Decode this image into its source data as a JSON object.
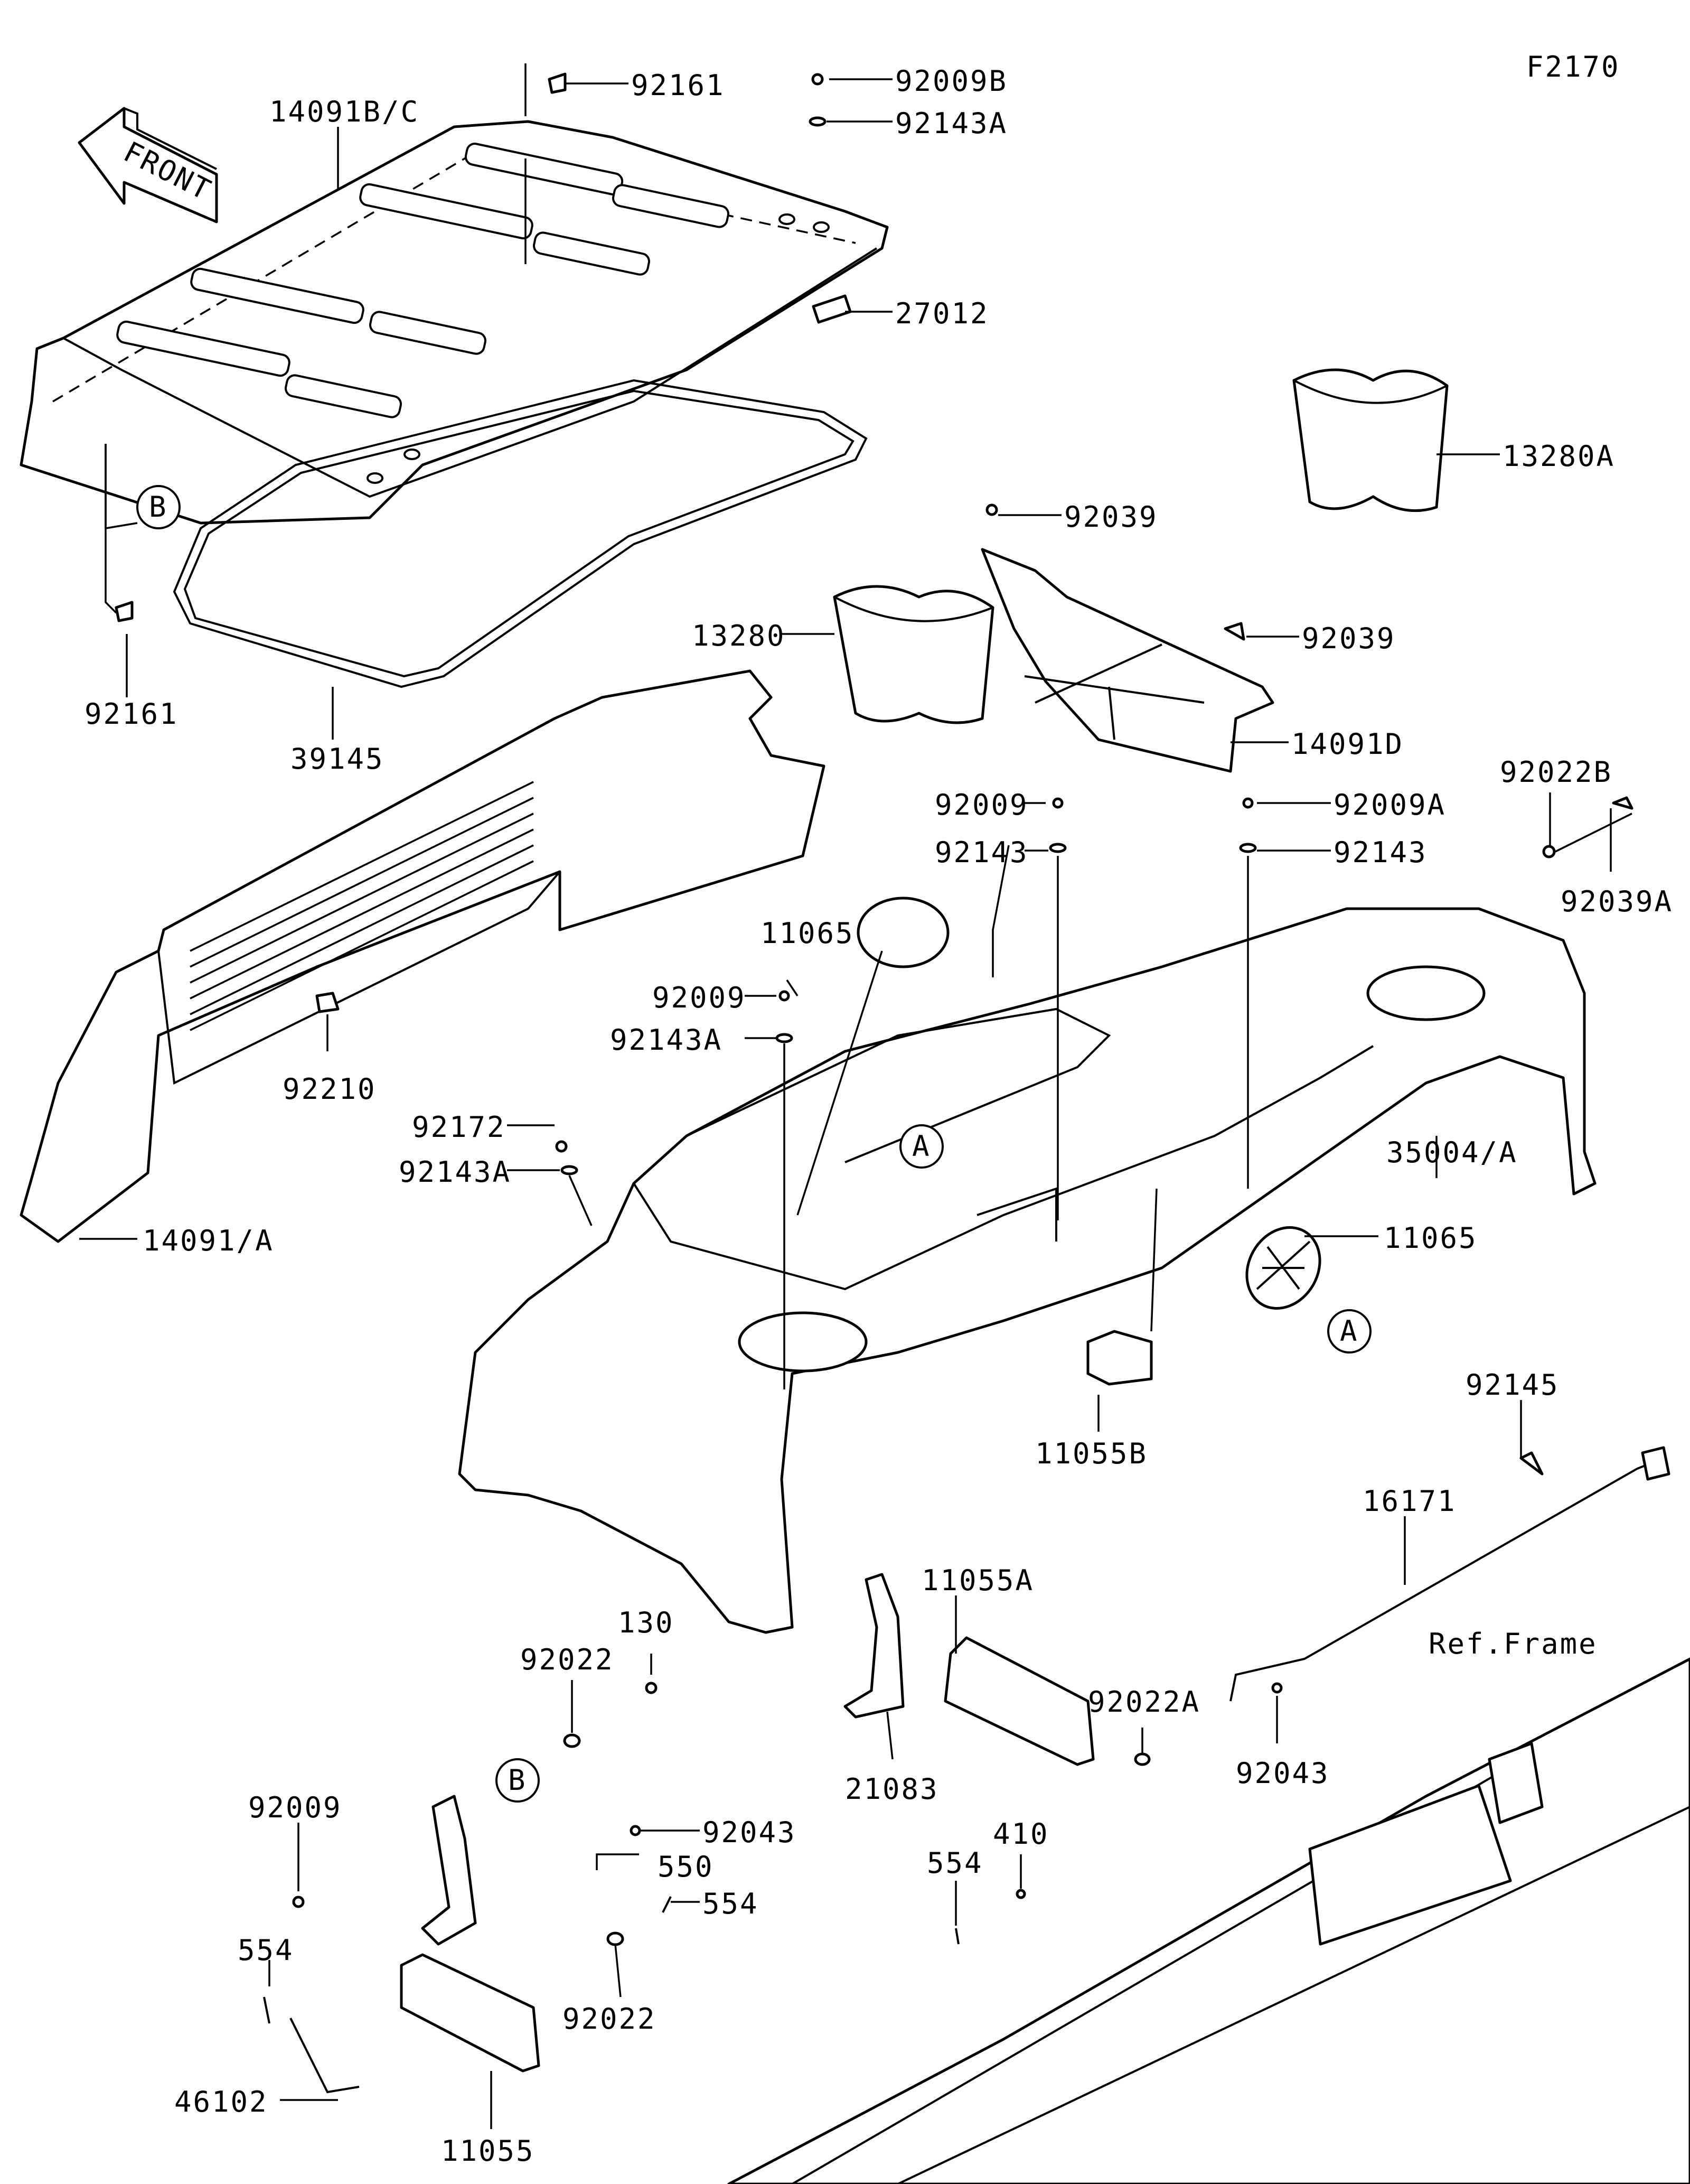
{
  "figure_code": "F2170",
  "front_arrow_text": "FRONT",
  "ref_frame_text": "Ref.Frame",
  "callout_a": "A",
  "callout_b": "B",
  "parts": {
    "p14091bc": "14091B/C",
    "p92161_top": "92161",
    "p92161_left": "92161",
    "p92009b": "92009B",
    "p92143a_top": "92143A",
    "p27012": "27012",
    "p13280a": "13280A",
    "p39145": "39145",
    "p92039_top": "92039",
    "p92039_mid": "92039",
    "p13280": "13280",
    "p14091d": "14091D",
    "p92009_mid": "92009",
    "p92143_mid": "92143",
    "p92009a": "92009A",
    "p92143_right": "92143",
    "p92022b": "92022B",
    "p92039a": "92039A",
    "p11065_top": "11065",
    "p92009_center": "92009",
    "p92143a_center": "92143A",
    "p92210": "92210",
    "p92172": "92172",
    "p92143a_left": "92143A",
    "p35004a": "35004/A",
    "p11065_right": "11065",
    "p14091a": "14091/A",
    "p11055b": "11055B",
    "p92145": "92145",
    "p16171": "16171",
    "p11055a": "11055A",
    "p130": "130",
    "p92022_top": "92022",
    "p92022a": "92022A",
    "p21083": "21083",
    "p92043_right": "92043",
    "p92009_bottom": "92009",
    "p92043_bottom": "92043",
    "p550": "550",
    "p554_mid": "554",
    "p554_left": "554",
    "p554_right": "554",
    "p410": "410",
    "p92022_bottom": "92022",
    "p46102": "46102",
    "p11055": "11055"
  }
}
